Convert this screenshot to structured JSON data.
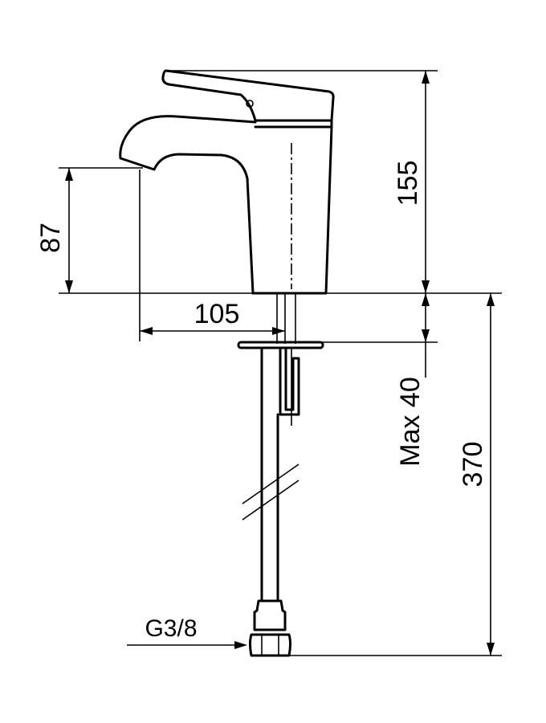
{
  "dimensions": {
    "height_total": "155",
    "spout_height": "87",
    "spout_reach": "105",
    "deck_thickness": "Max 40",
    "hose_length": "370"
  },
  "connection": {
    "thread": "G3/8"
  }
}
